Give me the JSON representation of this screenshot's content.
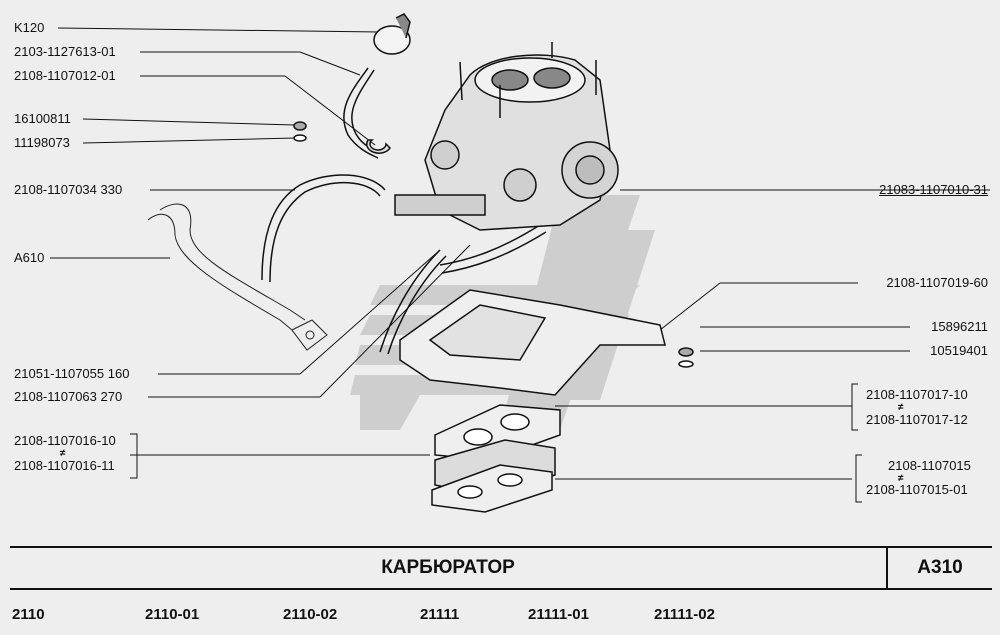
{
  "labels": {
    "k120": "K120",
    "p2103_1127613_01": "2103-1127613-01",
    "p2108_1107012_01": "2108-1107012-01",
    "p16100811": "16100811",
    "p11198073": "11198073",
    "p2108_1107034": "2108-1107034  330",
    "a610": "A610",
    "p21051_1107055": "21051-1107055  160",
    "p2108_1107063": "2108-1107063  270",
    "p2108_1107016_10": "2108-1107016-10",
    "p2108_1107016_11": "2108-1107016-11",
    "p21083_1107010_31": "21083-1107010-31",
    "p2108_1107019_60": "2108-1107019-60",
    "p15896211": "15896211",
    "p10519401": "10519401",
    "p2108_1107017_10": "2108-1107017-10",
    "p2108_1107017_12": "2108-1107017-12",
    "p2108_1107015": "2108-1107015",
    "p2108_1107015_01": "2108-1107015-01",
    "not_equal": "≠"
  },
  "title": "КАРБЮРАТОР",
  "code": "A310",
  "models": [
    "2110",
    "2110-01",
    "2110-02",
    "21111",
    "21111-01",
    "21111-02"
  ],
  "colors": {
    "background": "#eeeeee",
    "line": "#111111",
    "watermark": "#c8c8c8"
  }
}
